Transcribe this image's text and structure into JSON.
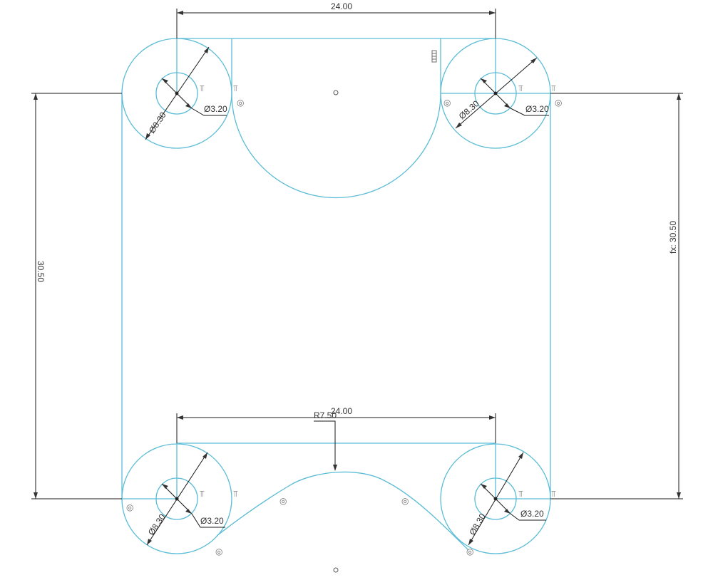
{
  "sketch": {
    "top_width": "24.00",
    "bottom_width": "24.00",
    "left_height": "30.50",
    "right_height": "fx: 30.50",
    "arc_radius": "R7.50",
    "bosses": [
      {
        "id": "top-left",
        "outer": "Ø8.30",
        "inner": "Ø3.20"
      },
      {
        "id": "top-right",
        "outer": "Ø8.30",
        "inner": "Ø3.20"
      },
      {
        "id": "bottom-left",
        "outer": "Ø8.30",
        "inner": "Ø3.20"
      },
      {
        "id": "bottom-right",
        "outer": "Ø8.30",
        "inner": "Ø3.20"
      }
    ],
    "constraint_icons": [
      "tangent-constraint-icon",
      "coincident-constraint-icon",
      "midpoint-constraint-icon"
    ]
  },
  "colors": {
    "geometry": "#5bbcd6",
    "dimension": "#1a1a1a",
    "constraint": "#6e6e6e"
  }
}
